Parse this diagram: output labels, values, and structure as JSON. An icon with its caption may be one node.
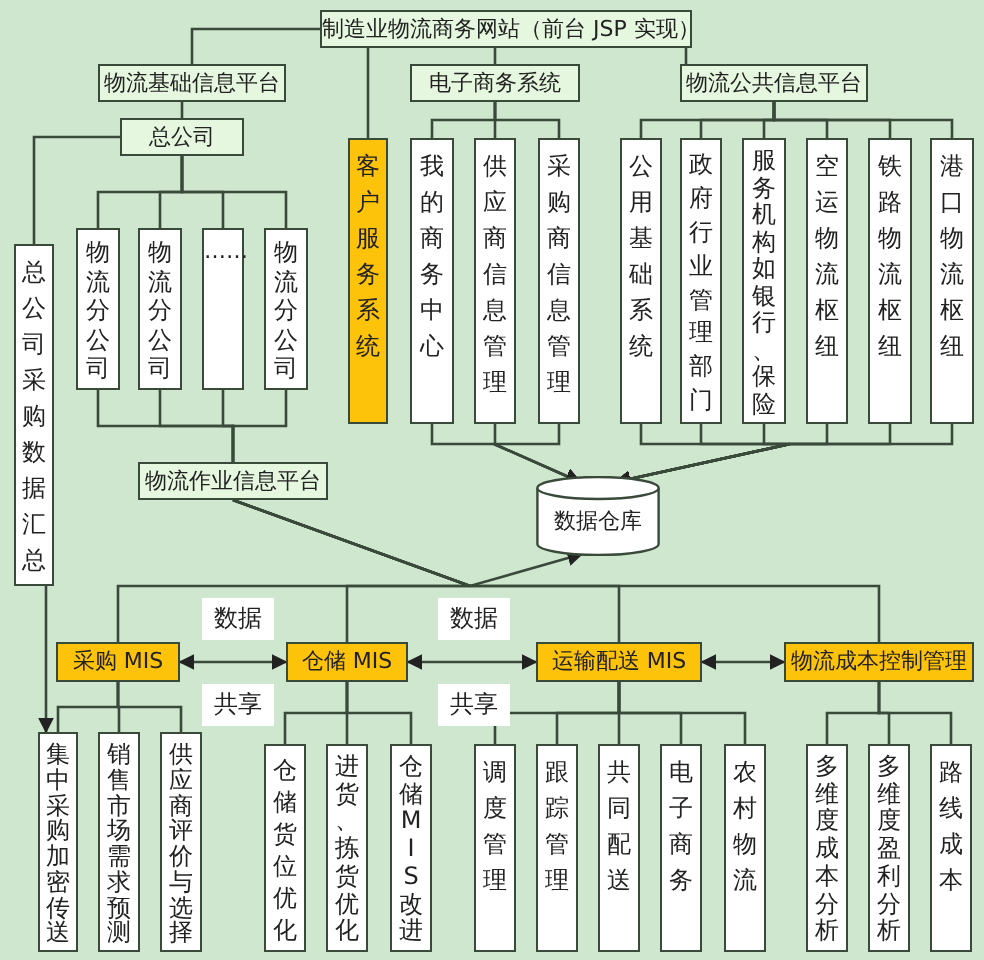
{
  "diagram": {
    "nodes": [
      {
        "text": [
          "制造业物流商务网站（前台 JSP 实现）"
        ]
      },
      {
        "text": [
          "物流基础信息平台"
        ]
      },
      {
        "text": [
          "电子商务系统"
        ]
      },
      {
        "text": [
          "物流公共信息平台"
        ]
      },
      {
        "text": [
          "总公司"
        ]
      },
      {
        "text": [
          "客户服务系统"
        ]
      },
      {
        "text": [
          "我的商务中心"
        ]
      },
      {
        "text": [
          "供应商信息管理"
        ]
      },
      {
        "text": [
          "采购商信息管理"
        ]
      },
      {
        "text": [
          "公用基础系统"
        ]
      },
      {
        "text": [
          "政府行业管理部门"
        ]
      },
      {
        "text": [
          "服务机构如银行、保险"
        ]
      },
      {
        "text": [
          "空运物流枢纽"
        ]
      },
      {
        "text": [
          "铁路物流枢纽"
        ]
      },
      {
        "text": [
          "港口物流枢纽"
        ]
      },
      {
        "text": [
          "总公司采购数据汇总"
        ]
      },
      {
        "text": [
          "物流分公司"
        ]
      },
      {
        "text": [
          "物流分公司"
        ]
      },
      {
        "text": [
          "……"
        ]
      },
      {
        "text": [
          "物流分公司"
        ]
      },
      {
        "text": [
          "物流作业信息平台"
        ]
      },
      {
        "text": [
          "数据仓库"
        ]
      },
      {
        "text": [
          "采购 MIS"
        ]
      },
      {
        "text": [
          "仓储 MIS"
        ]
      },
      {
        "text": [
          "运输配送 MIS"
        ]
      },
      {
        "text": [
          "物流成本控制管理"
        ]
      },
      {
        "text": [
          "集中采购加密传送"
        ]
      },
      {
        "text": [
          "销售市场需求预测"
        ]
      },
      {
        "text": [
          "供应商评价与选择"
        ]
      },
      {
        "text": [
          "仓储货位优化"
        ]
      },
      {
        "text": [
          "进货、拣货优化"
        ]
      },
      {
        "text": [
          "仓储MIS改进"
        ]
      },
      {
        "text": [
          "调度管理"
        ]
      },
      {
        "text": [
          "跟踪管理"
        ]
      },
      {
        "text": [
          "共同配送"
        ]
      },
      {
        "text": [
          "电子商务"
        ]
      },
      {
        "text": [
          "农村物流"
        ]
      },
      {
        "text": [
          "多维度成本分析"
        ]
      },
      {
        "text": [
          "多维度盈利分析"
        ]
      },
      {
        "text": [
          "路线成本"
        ]
      }
    ],
    "edges": [
      {
        "from": 0,
        "to": 1,
        "arrow": "none"
      },
      {
        "from": 0,
        "to": 2,
        "arrow": "none"
      },
      {
        "from": 0,
        "to": 3,
        "arrow": "none"
      },
      {
        "from": 0,
        "to": 5,
        "arrow": "none"
      },
      {
        "from": 1,
        "to": 4,
        "arrow": "none"
      },
      {
        "from": 4,
        "to": 15,
        "arrow": "none"
      },
      {
        "from": 4,
        "to": 16,
        "arrow": "none"
      },
      {
        "from": 4,
        "to": 17,
        "arrow": "none"
      },
      {
        "from": 4,
        "to": 18,
        "arrow": "none"
      },
      {
        "from": 4,
        "to": 19,
        "arrow": "none"
      },
      {
        "from": 2,
        "to": 6,
        "arrow": "none"
      },
      {
        "from": 2,
        "to": 7,
        "arrow": "none"
      },
      {
        "from": 2,
        "to": 8,
        "arrow": "none"
      },
      {
        "from": 3,
        "to": 9,
        "arrow": "none"
      },
      {
        "from": 3,
        "to": 10,
        "arrow": "none"
      },
      {
        "from": 3,
        "to": 11,
        "arrow": "none"
      },
      {
        "from": 3,
        "to": 12,
        "arrow": "none"
      },
      {
        "from": 3,
        "to": 13,
        "arrow": "none"
      },
      {
        "from": 3,
        "to": 14,
        "arrow": "none"
      },
      {
        "from": 16,
        "to": 20,
        "arrow": "none"
      },
      {
        "from": 17,
        "to": 20,
        "arrow": "none"
      },
      {
        "from": 18,
        "to": 20,
        "arrow": "none"
      },
      {
        "from": 19,
        "to": 20,
        "arrow": "none"
      },
      {
        "from": 6,
        "to": 21,
        "arrow": "to"
      },
      {
        "from": 7,
        "to": 21,
        "arrow": "to"
      },
      {
        "from": 8,
        "to": 21,
        "arrow": "to"
      },
      {
        "from": 9,
        "to": 21,
        "arrow": "to"
      },
      {
        "from": 10,
        "to": 21,
        "arrow": "to"
      },
      {
        "from": 11,
        "to": 21,
        "arrow": "to"
      },
      {
        "from": 12,
        "to": 21,
        "arrow": "to"
      },
      {
        "from": 13,
        "to": 21,
        "arrow": "to"
      },
      {
        "from": 14,
        "to": 21,
        "arrow": "to"
      },
      {
        "from": 20,
        "to": 21,
        "arrow": "to"
      },
      {
        "from": 20,
        "to": 22,
        "arrow": "none"
      },
      {
        "from": 20,
        "to": 23,
        "arrow": "none"
      },
      {
        "from": 20,
        "to": 24,
        "arrow": "none"
      },
      {
        "from": 20,
        "to": 25,
        "arrow": "none"
      },
      {
        "from": 22,
        "to": 23,
        "arrow": "both"
      },
      {
        "from": 23,
        "to": 24,
        "arrow": "both"
      },
      {
        "from": 24,
        "to": 25,
        "arrow": "both"
      },
      {
        "from": 15,
        "to": 26,
        "arrow": "to"
      },
      {
        "from": 22,
        "to": 26,
        "arrow": "none"
      },
      {
        "from": 22,
        "to": 27,
        "arrow": "none"
      },
      {
        "from": 22,
        "to": 28,
        "arrow": "none"
      },
      {
        "from": 23,
        "to": 29,
        "arrow": "none"
      },
      {
        "from": 23,
        "to": 30,
        "arrow": "none"
      },
      {
        "from": 23,
        "to": 31,
        "arrow": "none"
      },
      {
        "from": 24,
        "to": 32,
        "arrow": "none"
      },
      {
        "from": 24,
        "to": 33,
        "arrow": "none"
      },
      {
        "from": 24,
        "to": 34,
        "arrow": "none"
      },
      {
        "from": 24,
        "to": 35,
        "arrow": "none"
      },
      {
        "from": 24,
        "to": 36,
        "arrow": "none"
      },
      {
        "from": 25,
        "to": 37,
        "arrow": "none"
      },
      {
        "from": 25,
        "to": 38,
        "arrow": "none"
      },
      {
        "from": 25,
        "to": 39,
        "arrow": "none"
      }
    ],
    "labels": [
      "数据",
      "数据",
      "共享",
      "共享"
    ]
  }
}
